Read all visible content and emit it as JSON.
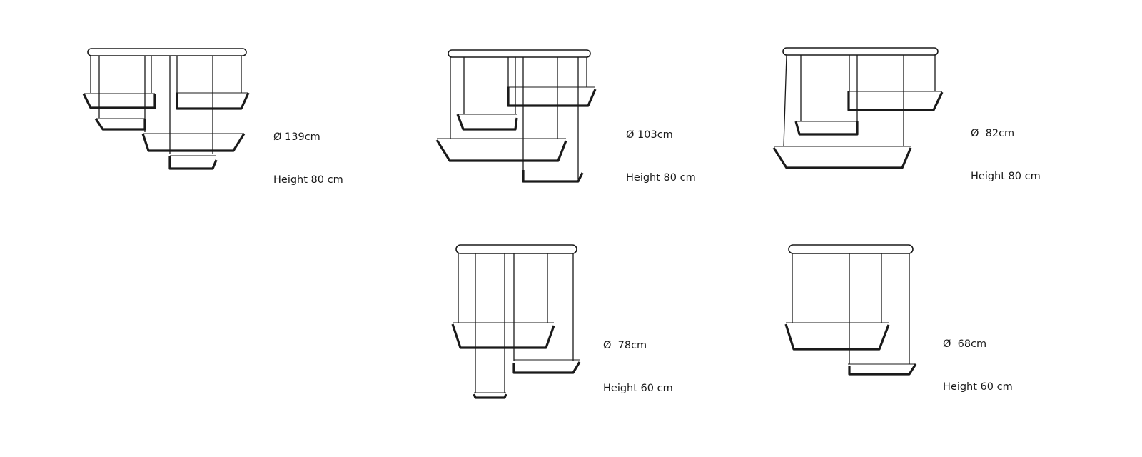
{
  "variants": [
    {
      "diameter": "Ø 139cm",
      "height": "Height 80 cm"
    },
    {
      "diameter": "Ø 103cm",
      "height": "Height 80 cm"
    },
    {
      "diameter": "Ø  82cm",
      "height": "Height 80 cm"
    },
    {
      "diameter": "Ø  78cm",
      "height": "Height 60 cm"
    },
    {
      "diameter": "Ø  68cm",
      "height": "Height 60 cm"
    }
  ],
  "colors": {
    "line": "#1a1a1a",
    "thin": "#333333",
    "background": "#ffffff"
  }
}
